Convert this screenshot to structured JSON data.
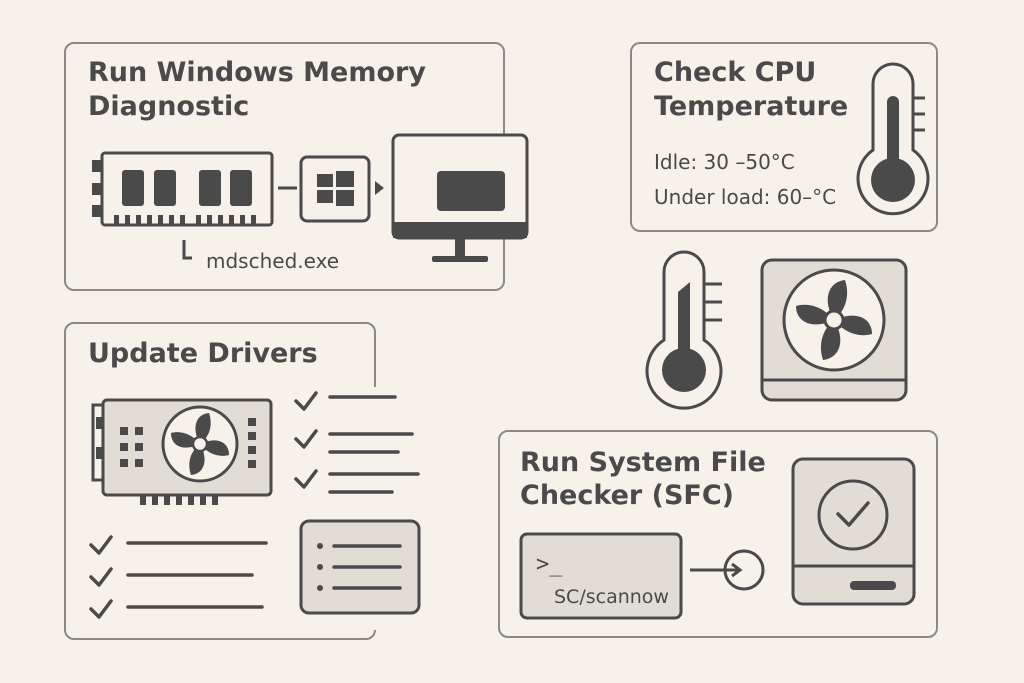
{
  "memory_card": {
    "title_line1": "Run Windows Memory",
    "title_line2": "Diagnostic",
    "command": "mdsched.exe",
    "icons": [
      "ram-module-icon",
      "windows-logo-icon",
      "monitor-icon"
    ]
  },
  "cpu_card": {
    "title_line1": "Check CPU",
    "title_line2": "Temperature",
    "idle_label": "Idle: 30 –50°C",
    "load_label": "Under load: 60–°C",
    "icons": [
      "thermometer-icon"
    ]
  },
  "middle_icons": [
    "thermometer-icon",
    "cooling-fan-icon"
  ],
  "drivers_card": {
    "title": "Update Drivers",
    "icons": [
      "graphics-card-icon",
      "checklist-icon",
      "list-window-icon"
    ]
  },
  "sfc_card": {
    "title_line1": "Run System File",
    "title_line2": "Checker (SFC)",
    "command": "SC/scannow",
    "prompt": ">_",
    "icons": [
      "terminal-icon",
      "arrow-circle-icon",
      "drive-check-icon"
    ]
  },
  "colors": {
    "background": "#f6f1e9",
    "ink": "#4a4a4a",
    "border": "#8a8a8a",
    "panel": "#e2ddd4"
  }
}
